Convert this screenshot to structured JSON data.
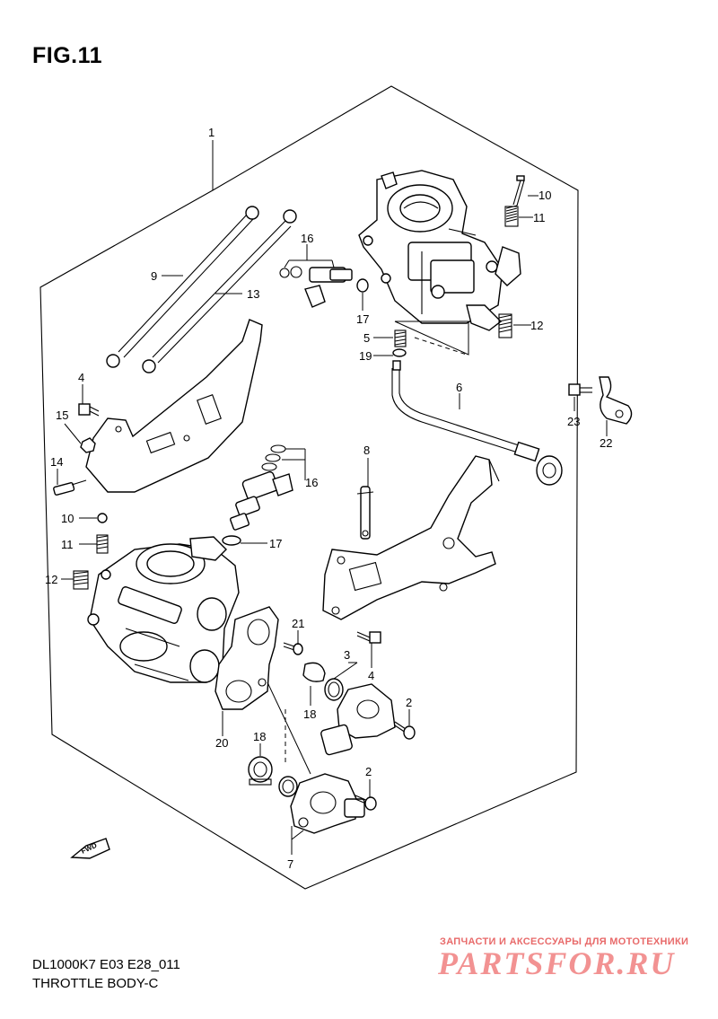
{
  "header": {
    "figure": "FIG.11"
  },
  "footer": {
    "model_code": "DL1000K7 E03 E28_011",
    "caption": "THROTTLE BODY-C"
  },
  "watermark": {
    "tagline": "ЗАПЧАСТИ И АКСЕССУАРЫ ДЛЯ МОТОТЕХНИКИ",
    "brand": "PARTSFOR.RU"
  },
  "fwd_marker": "FWD",
  "callouts": {
    "c1": "1",
    "c10a": "10",
    "c11a": "11",
    "c16a": "16",
    "c9": "9",
    "c13": "13",
    "c17a": "17",
    "c12a": "12",
    "c5": "5",
    "c19": "19",
    "c6": "6",
    "c4a": "4",
    "c15": "15",
    "c14": "14",
    "c23": "23",
    "c22": "22",
    "c8": "8",
    "c16b": "16",
    "c10b": "10",
    "c11b": "11",
    "c17b": "17",
    "c12b": "12",
    "c21": "21",
    "c3": "3",
    "c4b": "4",
    "c2a": "2",
    "c18a": "18",
    "c20": "20",
    "c18b": "18",
    "c2b": "2",
    "c7": "7"
  }
}
